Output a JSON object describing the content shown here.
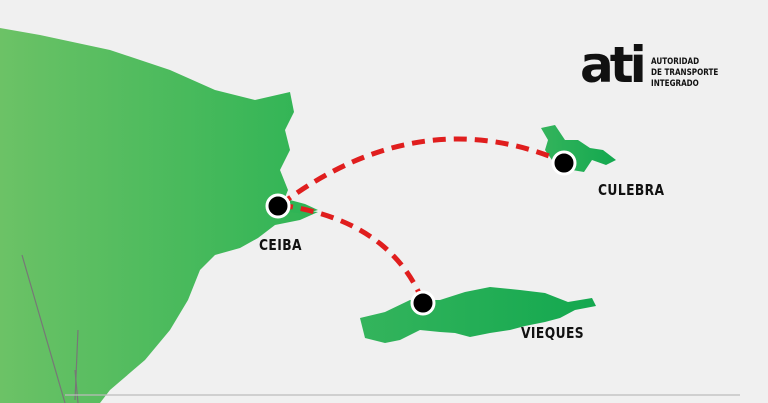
{
  "logo": {
    "mark": "ati",
    "lines": [
      "AUTORIDAD",
      "DE TRANSPORTE",
      "INTEGRADO"
    ]
  },
  "places": {
    "ceiba": "CEIBA",
    "culebra": "CULEBRA",
    "vieques": "VIEQUES"
  },
  "colors": {
    "background": "#f0f0f0",
    "land": "#3db85a",
    "route": "#e01e1e",
    "marker": "#000000"
  },
  "routes": [
    {
      "from": "CEIBA",
      "to": "CULEBRA"
    },
    {
      "from": "CEIBA",
      "to": "VIEQUES"
    }
  ]
}
